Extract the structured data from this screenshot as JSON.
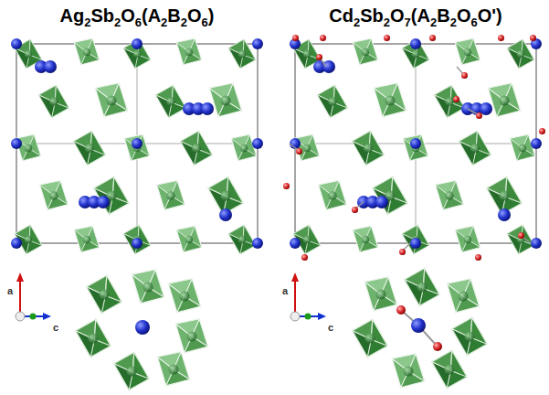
{
  "diagram": {
    "labels": [
      "Ag2Sb2O6(A2B2O6)",
      "Cd2Sb2O7(A2B2O6O')",
      "a",
      "c",
      "a",
      "c"
    ]
  }
}
